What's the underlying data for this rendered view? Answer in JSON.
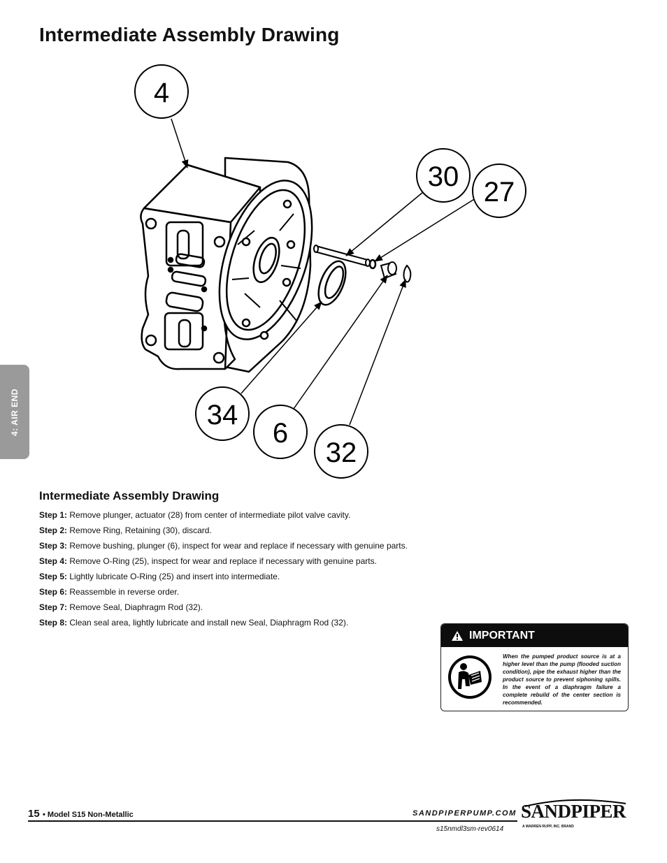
{
  "page": {
    "title": "Intermediate Assembly Drawing",
    "side_tab": "4: AIR END"
  },
  "drawing": {
    "callouts": [
      "4",
      "30",
      "27",
      "34",
      "6",
      "32"
    ]
  },
  "section": {
    "heading": "Intermediate Assembly Drawing",
    "steps": [
      {
        "label": "Step 1:",
        "text": "Remove plunger, actuator (28) from center of intermediate pilot valve cavity."
      },
      {
        "label": "Step 2:",
        "text": "Remove Ring, Retaining (30), discard."
      },
      {
        "label": "Step 3:",
        "text": "Remove bushing, plunger (6), inspect for wear and replace if necessary with genuine parts."
      },
      {
        "label": "Step 4:",
        "text": "Remove O-Ring (25), inspect for wear and replace if necessary with genuine parts."
      },
      {
        "label": "Step 5:",
        "text": "Lightly lubricate O-Ring (25) and insert into intermediate."
      },
      {
        "label": "Step 6:",
        "text": "Reassemble in reverse order."
      },
      {
        "label": "Step 7:",
        "text": "Remove Seal, Diaphragm Rod (32)."
      },
      {
        "label": "Step 8:",
        "text": "Clean seal area, lightly lubricate and install new Seal, Diaphragm Rod (32)."
      }
    ]
  },
  "important": {
    "header": "IMPORTANT",
    "text": "When the pumped product source is at a higher level than the pump (flooded suction condition), pipe the exhaust higher than the product source to prevent siphoning spills. In the event of a diaphragm failure a complete rebuild of the center section is recommended."
  },
  "footer": {
    "page_number": "15",
    "model": "• Model S15 Non-Metallic",
    "url": "SANDPIPERPUMP.COM",
    "doc_code": "s15nmdl3sm-rev0614",
    "logo_text": "SANDPIPER",
    "logo_sub": "A WARREN RUPP, INC. BRAND"
  }
}
